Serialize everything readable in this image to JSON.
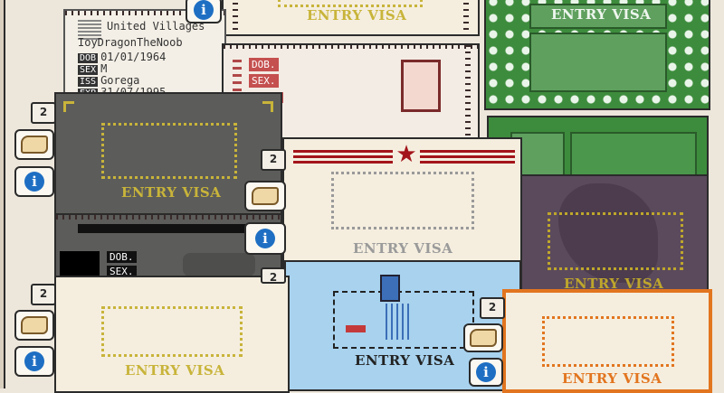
{
  "visa_label": "ENTRY VISA",
  "passport": {
    "country": "United Villages",
    "name": "IoyDragonTheNoob",
    "dob_label": "DOB",
    "dob_value": "01/01/1964",
    "sex_label": "SEX",
    "sex_value": "M",
    "iss_label": "ISS",
    "iss_value": "Gorega",
    "exp_label": "EXP",
    "exp_value": "31/07/1995"
  },
  "pink_passport": {
    "dob_label": "DOB.",
    "sex_label": "SEX."
  },
  "grey_passport": {
    "dob_label": "DOB.",
    "sex_label": "SEX."
  },
  "tab_number": "2",
  "colors": {
    "background": "#ede6db",
    "cream": "#f5eedf",
    "grey_visa": "#5c5c5a",
    "green_visa": "#3d8c3d",
    "purple_visa": "#5b4a5c",
    "blue_visa": "#a8d2ee",
    "orange_visa": "#e2751f",
    "red_stripe": "#a3151a",
    "gold_text": "#bfa72b",
    "info_blue": "#1e6fc3"
  },
  "icons": [
    "info-icon",
    "hand-stamp-icon",
    "star-icon",
    "squid-icon",
    "dragon-icon",
    "leaf-vine-icon"
  ]
}
